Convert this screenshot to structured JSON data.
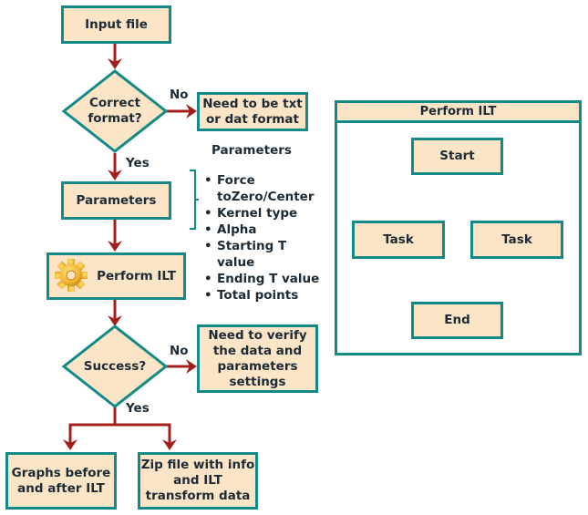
{
  "flowchart": {
    "input_file": "Input file",
    "correct_format": {
      "line1": "Correct",
      "line2": "format?"
    },
    "no_label_1": "No",
    "format_error": {
      "line1": "Need to be txt",
      "line2": "or dat format"
    },
    "yes_label_1": "Yes",
    "parameters": "Parameters",
    "perform_ilt": "Perform ILT",
    "success": "Success?",
    "no_label_2": "No",
    "verify_error": {
      "line1": "Need to verify",
      "line2": "the data and",
      "line3": "parameters",
      "line4": "settings"
    },
    "yes_label_2": "Yes",
    "graphs_output": {
      "line1": "Graphs before",
      "line2": "and after ILT"
    },
    "zip_output": {
      "line1": "Zip file with info",
      "line2": "and ILT",
      "line3": "transform data"
    }
  },
  "parameters_list": {
    "title": "Parameters",
    "items": [
      {
        "line1": "Force",
        "line2": "toZero/Center"
      },
      {
        "line1": "Kernel type"
      },
      {
        "line1": "Alpha"
      },
      {
        "line1": "Starting T",
        "line2": "value"
      },
      {
        "line1": "Ending T value"
      },
      {
        "line1": "Total points"
      }
    ]
  },
  "subprocess": {
    "title": "Perform ILT",
    "start": "Start",
    "task_left": "Task",
    "task_right": "Task",
    "end": "End"
  },
  "colors": {
    "box_fill": "#fbe5c6",
    "box_border": "#148a88",
    "arrow": "#a31f1c",
    "text": "#1c2b36"
  },
  "icons": {
    "gear": "gear-icon"
  }
}
